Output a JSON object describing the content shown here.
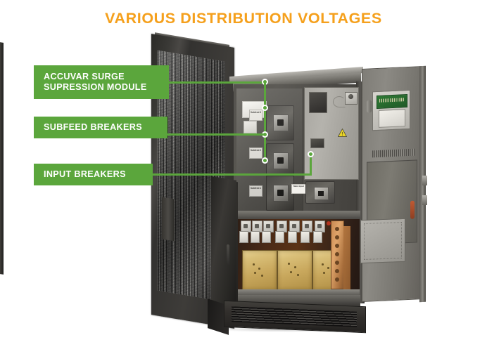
{
  "page": {
    "title": "VARIOUS DISTRIBUTION VOLTAGES",
    "title_color": "#F5A01C",
    "accent_color": "#5BA63C",
    "background_color": "#FFFFFF"
  },
  "callouts": [
    {
      "id": "accuvar-surge-supression-module",
      "line1": "ACCUVAR SURGE",
      "line2": "SUPRESSION MODULE",
      "color": "#5BA63C"
    },
    {
      "id": "subfeed-breakers",
      "line1": "SUBFEED BREAKERS",
      "line2": "",
      "color": "#5BA63C"
    },
    {
      "id": "input-breakers",
      "line1": "INPUT BREAKERS",
      "line2": "",
      "color": "#5BA63C"
    }
  ],
  "equipment": {
    "name": "power-distribution-cabinet",
    "breaker_labels": [
      "Subfeed 3",
      "Subfeed 2",
      "Subfeed 1"
    ],
    "input_breaker_label": "Main Input",
    "warning_icon": "warning-triangle-icon"
  }
}
